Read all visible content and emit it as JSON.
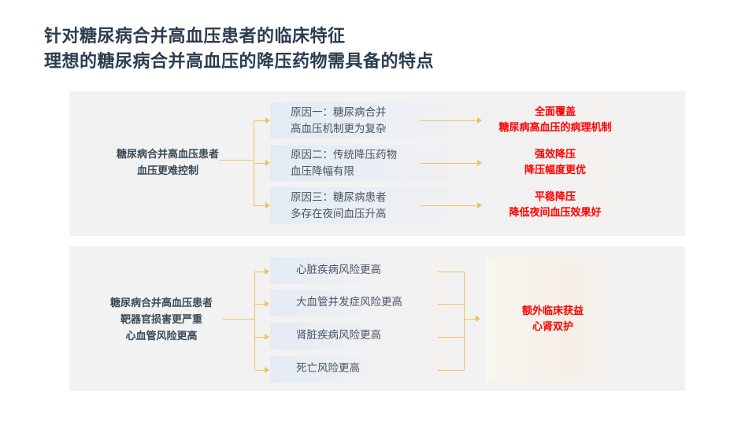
{
  "title": {
    "line1": "针对糖尿病合并高血压患者的临床特征",
    "line2": "理想的糖尿病合并高血压的降压药物需具备的特点"
  },
  "top": {
    "source": [
      "糖尿病合并高血压患者",
      "血压更难控制"
    ],
    "reasons": [
      {
        "l1": "原因一：糖尿病合并",
        "l2": "高血压机制更为复杂",
        "r1": "全面覆盖",
        "r2": "糖尿病高血压的病理机制"
      },
      {
        "l1": "原因二：传统降压药物",
        "l2": "血压降幅有限",
        "r1": "强效降压",
        "r2": "降压幅度更优"
      },
      {
        "l1": "原因三：糖尿病患者",
        "l2": "多存在夜间血压升高",
        "r1": "平稳降压",
        "r2": "降低夜间血压效果好"
      }
    ]
  },
  "bottom": {
    "source": [
      "糖尿病合并高血压患者",
      "靶器官损害更严重",
      "心血管风险更高"
    ],
    "risks": [
      "心脏疾病风险更高",
      "大血管并发症风险更高",
      "肾脏疾病风险更高",
      "死亡风险更高"
    ],
    "result": [
      "额外临床获益",
      "心肾双护"
    ]
  },
  "colors": {
    "accent": "#efc25a",
    "highlight": "#ff0000",
    "title": "#2b3d4f"
  }
}
